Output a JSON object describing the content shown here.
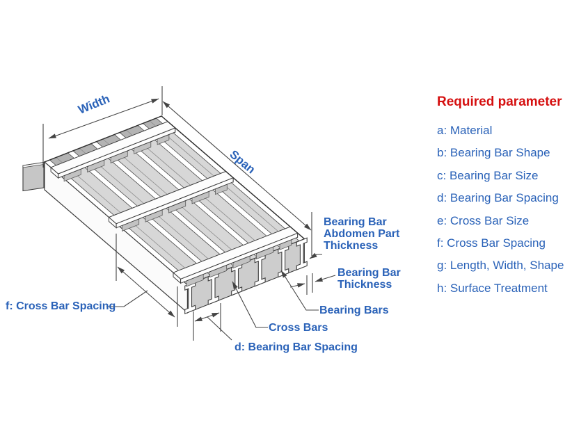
{
  "diagram": {
    "labels": {
      "width": "Width",
      "span": "Span",
      "cross_bar_spacing": "f: Cross Bar Spacing",
      "bearing_bar_spacing": "d: Bearing Bar Spacing",
      "cross_bars": "Cross Bars",
      "bearing_bars": "Bearing Bars",
      "bearing_bar_thickness": "Bearing Bar\nThickness",
      "bearing_bar_abdomen_thickness": "Bearing Bar\nAbdomen Part\nThickness"
    }
  },
  "parameters": {
    "heading": "Required parameter",
    "items": [
      "a: Material",
      "b: Bearing Bar Shape",
      "c: Bearing Bar Size",
      "d: Bearing Bar Spacing",
      "e: Cross Bar Size",
      "f: Cross Bar Spacing",
      "g: Length, Width, Shape",
      "h: Surface Treatment"
    ]
  },
  "colors": {
    "accent_blue": "#2a62b8",
    "heading_red": "#d50f0f",
    "outline_gray": "#3d3d3d",
    "surface_gray": "#d7d7d7"
  }
}
